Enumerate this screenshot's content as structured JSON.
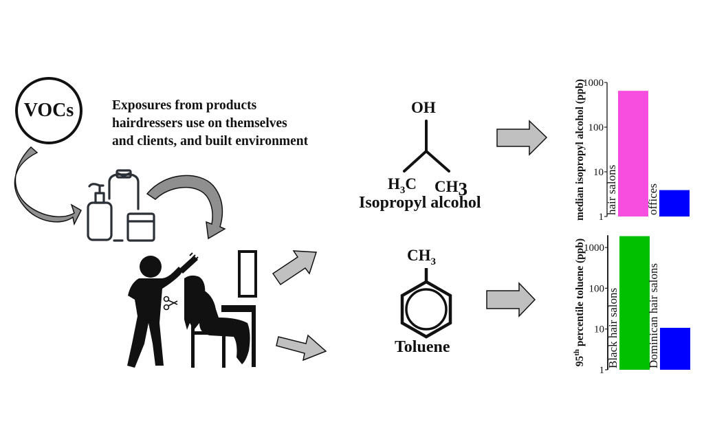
{
  "voc_label": "VOCs",
  "headline": "Exposures from products\nhairdressers use on themselves\nand clients, and built environment",
  "molecules": {
    "isopropyl": {
      "name": "Isopropyl alcohol",
      "oh": "OH",
      "left_group_main": "H",
      "left_group_sub": "3",
      "left_group_tail": "C",
      "right_group_main": "CH",
      "right_group_sub": "3"
    },
    "toluene": {
      "name": "Toluene",
      "methyl_main": "CH",
      "methyl_sub": "3"
    }
  },
  "icons": {
    "products": "hair-product-bottles-icon",
    "salon": "hairdresser-and-client-icon"
  },
  "colors": {
    "arrow_fill": "#c0c0c0",
    "curved_arrow_fill": "#8f8f8f",
    "hair_salons_bar": "#f84ee0",
    "offices_bar": "#0000ff",
    "black_salons_bar": "#00c000",
    "dominican_salons_bar": "#0000ff"
  },
  "chart_data": [
    {
      "type": "bar",
      "title": "",
      "ylabel": "median isopropyl alcohol  (ppb)",
      "xlabel": "",
      "yscale": "log",
      "ylim": [
        1,
        1000
      ],
      "yticks": [
        1,
        10,
        100,
        1000
      ],
      "ytick_labels": [
        "1",
        "10",
        "100",
        "1000"
      ],
      "categories": [
        "hair salons",
        "offices"
      ],
      "values": [
        650,
        3.9
      ],
      "colors": [
        "#f84ee0",
        "#0000ff"
      ]
    },
    {
      "type": "bar",
      "title": "",
      "ylabel_main": "95",
      "ylabel_sup": "th",
      "ylabel_rest": " percentile toluene (ppb)",
      "ylabel": "95th percentile toluene (ppb)",
      "xlabel": "",
      "yscale": "log",
      "ylim": [
        1,
        2000
      ],
      "yticks": [
        1,
        10,
        100,
        1000
      ],
      "ytick_labels": [
        "1",
        "10",
        "100",
        "1000"
      ],
      "categories": [
        "Black hair salons",
        "Dominican hair salons"
      ],
      "values": [
        1900,
        10.7
      ],
      "colors": [
        "#00c000",
        "#0000ff"
      ]
    }
  ]
}
